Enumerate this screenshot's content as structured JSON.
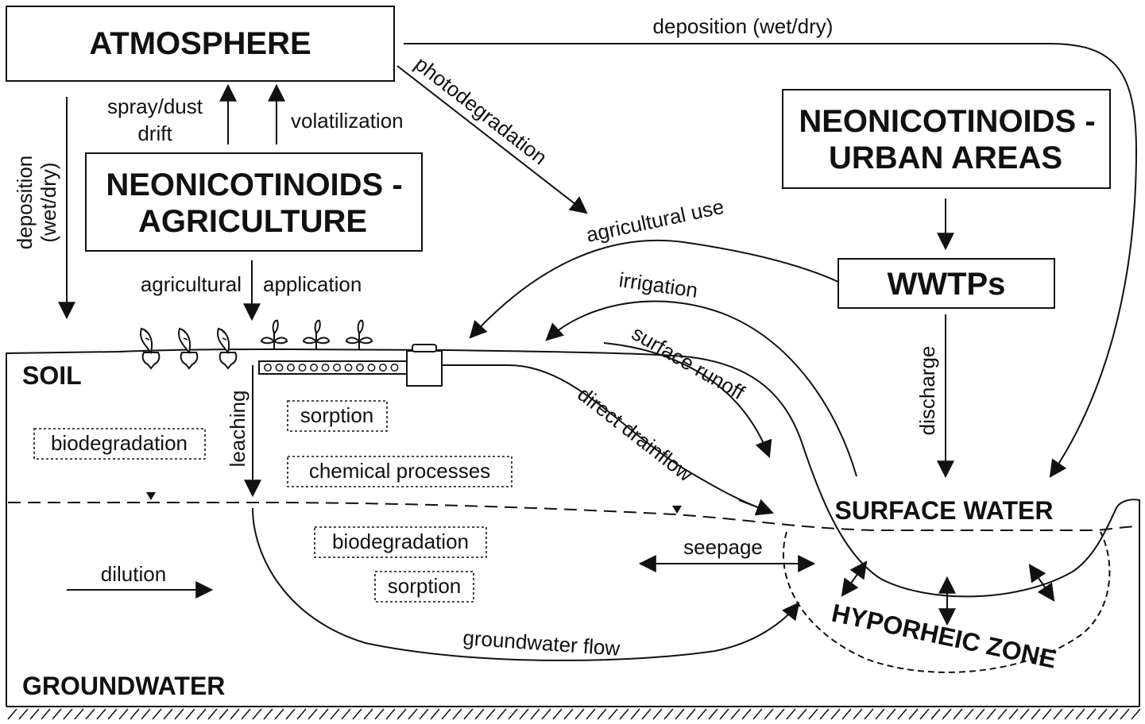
{
  "boxes": {
    "atmosphere": "ATMOSPHERE",
    "agriculture_line1": "NEONICOTINOIDS -",
    "agriculture_line2": "AGRICULTURE",
    "urban_line1": "NEONICOTINOIDS -",
    "urban_line2": "URBAN AREAS",
    "wwtps": "WWTPs"
  },
  "zones": {
    "soil": "SOIL",
    "groundwater": "GROUNDWATER",
    "surface_water": "SURFACE WATER",
    "hyporheic_zone": "HYPORHEIC ZONE"
  },
  "flows": {
    "deposition_top": "deposition (wet/dry)",
    "deposition_left_line1": "deposition",
    "deposition_left_line2": "(wet/dry)",
    "spray_line1": "spray/dust",
    "spray_line2": "drift",
    "volatilization": "volatilization",
    "photodegradation": "photodegradation",
    "agricultural_use": "agricultural use",
    "agricultural_application_left": "agricultural",
    "agricultural_application_right": "application",
    "irrigation": "irrigation",
    "surface_runoff": "surface runoff",
    "direct_drainflow": "direct drainflow",
    "discharge": "discharge",
    "leaching": "leaching",
    "seepage": "seepage",
    "dilution": "dilution",
    "groundwater_flow": "groundwater flow"
  },
  "processes": {
    "soil_biodegradation": "biodegradation",
    "soil_sorption": "sorption",
    "soil_chemical": "chemical processes",
    "gw_biodegradation": "biodegradation",
    "gw_sorption": "sorption"
  },
  "icons": [
    "sugar-beet-icon",
    "seedling-icon",
    "drain-pipe-icon",
    "water-table-marker-icon",
    "bedrock-hatch"
  ]
}
